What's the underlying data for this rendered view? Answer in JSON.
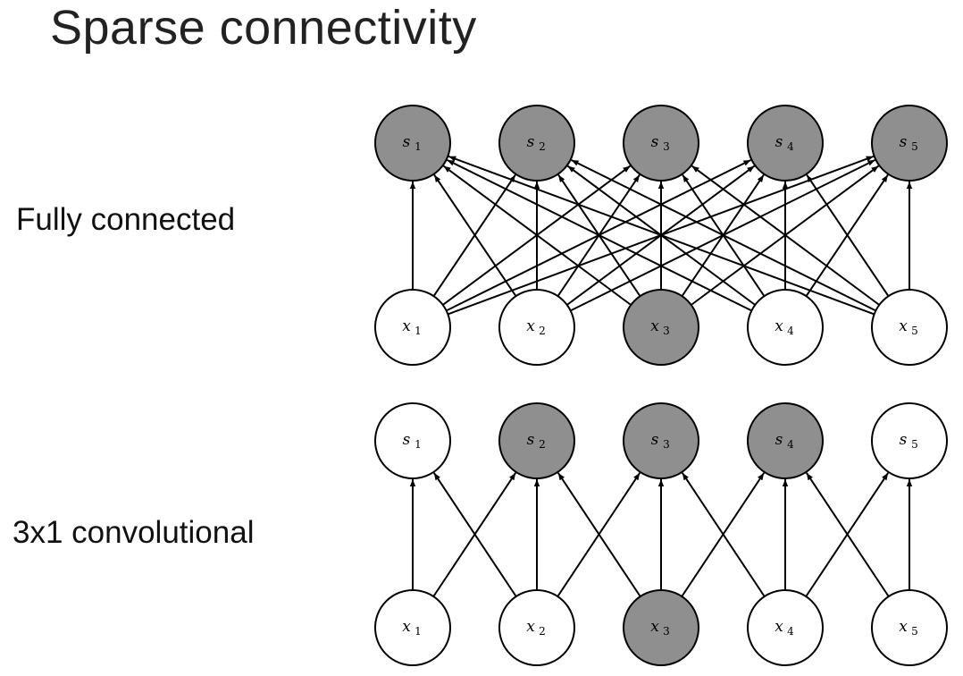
{
  "slide": {
    "title": "Sparse connectivity"
  },
  "panels": [
    {
      "label": "Fully connected",
      "outputs": [
        {
          "letter": "s",
          "sub": "1",
          "shaded": true
        },
        {
          "letter": "s",
          "sub": "2",
          "shaded": true
        },
        {
          "letter": "s",
          "sub": "3",
          "shaded": true
        },
        {
          "letter": "s",
          "sub": "4",
          "shaded": true
        },
        {
          "letter": "s",
          "sub": "5",
          "shaded": true
        }
      ],
      "inputs": [
        {
          "letter": "x",
          "sub": "1",
          "shaded": false
        },
        {
          "letter": "x",
          "sub": "2",
          "shaded": false
        },
        {
          "letter": "x",
          "sub": "3",
          "shaded": true
        },
        {
          "letter": "x",
          "sub": "4",
          "shaded": false
        },
        {
          "letter": "x",
          "sub": "5",
          "shaded": false
        }
      ],
      "edges": "all"
    },
    {
      "label": "3x1 convolutional",
      "outputs": [
        {
          "letter": "s",
          "sub": "1",
          "shaded": false
        },
        {
          "letter": "s",
          "sub": "2",
          "shaded": true
        },
        {
          "letter": "s",
          "sub": "3",
          "shaded": true
        },
        {
          "letter": "s",
          "sub": "4",
          "shaded": true
        },
        {
          "letter": "s",
          "sub": "5",
          "shaded": false
        }
      ],
      "inputs": [
        {
          "letter": "x",
          "sub": "1",
          "shaded": false
        },
        {
          "letter": "x",
          "sub": "2",
          "shaded": false
        },
        {
          "letter": "x",
          "sub": "3",
          "shaded": true
        },
        {
          "letter": "x",
          "sub": "4",
          "shaded": false
        },
        {
          "letter": "x",
          "sub": "5",
          "shaded": false
        }
      ],
      "edges": "kernel-3"
    }
  ],
  "colors": {
    "shaded_fill": "#8f8f8f",
    "unshaded_fill": "#ffffff",
    "stroke": "#000000"
  }
}
